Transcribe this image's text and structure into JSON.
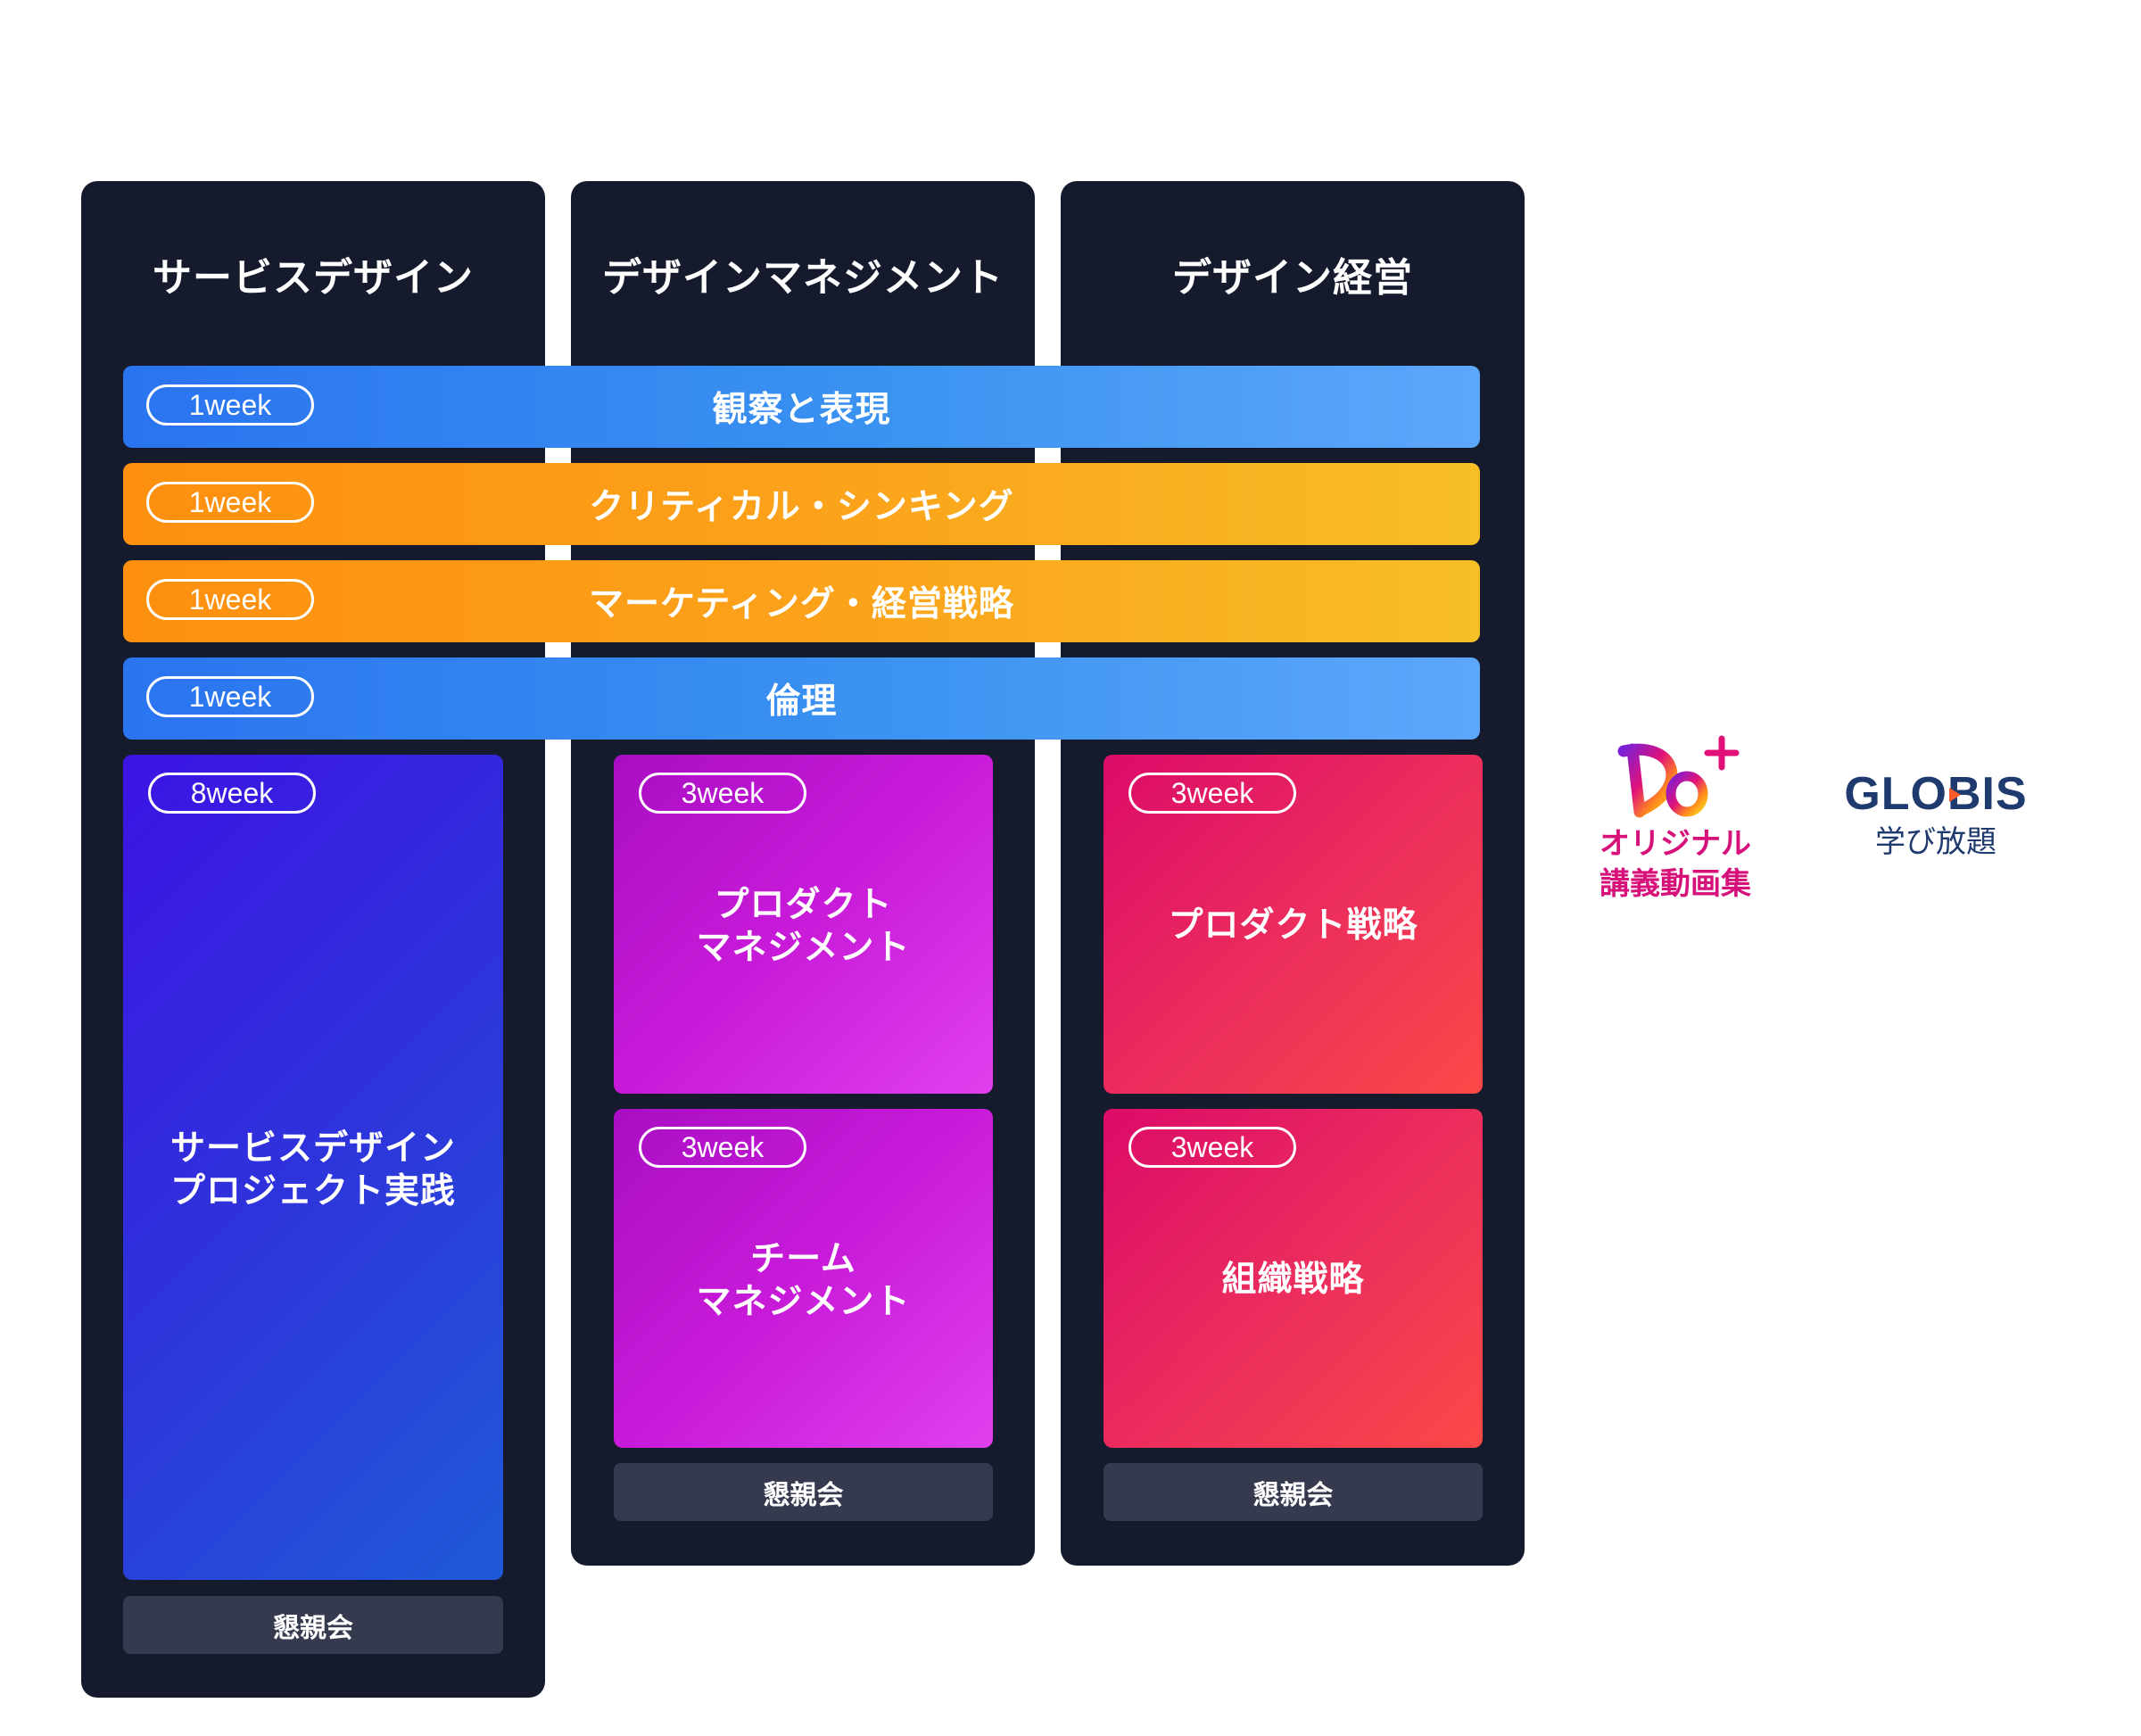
{
  "columns": [
    {
      "title": "サービスデザイン"
    },
    {
      "title": "デザインマネジメント"
    },
    {
      "title": "デザイン経営"
    }
  ],
  "bars": [
    {
      "duration": "1week",
      "label": "観察と表現"
    },
    {
      "duration": "1week",
      "label": "クリティカル・シンキング"
    },
    {
      "duration": "1week",
      "label": "マーケティング・経営戦略"
    },
    {
      "duration": "1week",
      "label": "倫理"
    }
  ],
  "cards": {
    "service": {
      "duration": "8week",
      "line1": "サービスデザイン",
      "line2": "プロジェクト実践"
    },
    "product_mgmt": {
      "duration": "3week",
      "line1": "プロダクト",
      "line2": "マネジメント"
    },
    "team_mgmt": {
      "duration": "3week",
      "line1": "チーム",
      "line2": "マネジメント"
    },
    "product_strategy": {
      "duration": "3week",
      "label": "プロダクト戦略"
    },
    "org_strategy": {
      "duration": "3week",
      "label": "組織戦略"
    }
  },
  "social_label": "懇親会",
  "logos": {
    "doplus": {
      "mark": "Do+",
      "line1": "オリジナル",
      "line2": "講義動画集"
    },
    "globis": {
      "name": "GLOBIS",
      "sub": "学び放題"
    }
  },
  "colors": {
    "column_bg": "#161a2d",
    "social_bg": "#363a4f",
    "doplus_pink": "#d6117a",
    "globis_navy": "#1e3a6e"
  }
}
